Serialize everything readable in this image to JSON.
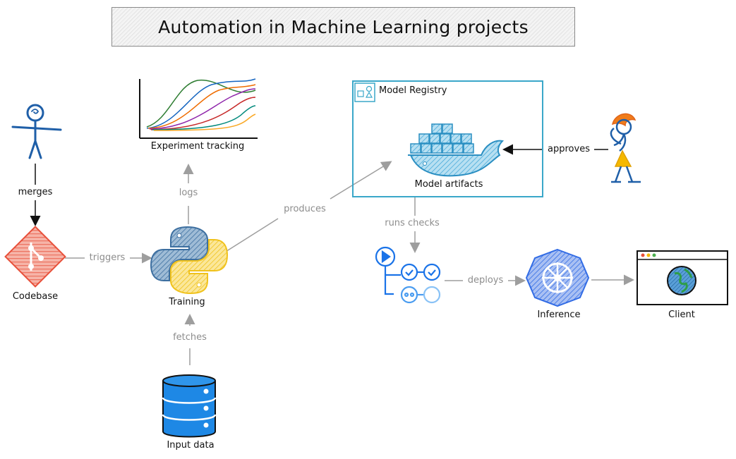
{
  "title": "Automation in Machine Learning projects",
  "nodes": {
    "experiment_tracking": "Experiment tracking",
    "model_registry": "Model Registry",
    "model_artifacts": "Model artifacts",
    "codebase": "Codebase",
    "training": "Training",
    "inference": "Inference",
    "client": "Client",
    "input_data": "Input data"
  },
  "edges": {
    "merges": "merges",
    "triggers": "triggers",
    "logs": "logs",
    "produces": "produces",
    "fetches": "fetches",
    "runs_checks": "runs checks",
    "deploys": "deploys",
    "approves": "approves"
  },
  "colors": {
    "stick_blue": "#1f5fa8",
    "git_red": "#e8503a",
    "python_blue": "#3d6fa0",
    "python_yellow": "#f5cf3b",
    "docker_blue": "#39a3d6",
    "registry_border": "#3aa7c9",
    "pipeline_blue": "#1a73e8",
    "k8s_blue": "#326ce5",
    "db_blue": "#1e88e5",
    "hair_orange": "#f07c1a",
    "edge_gray": "#9e9e9e"
  }
}
